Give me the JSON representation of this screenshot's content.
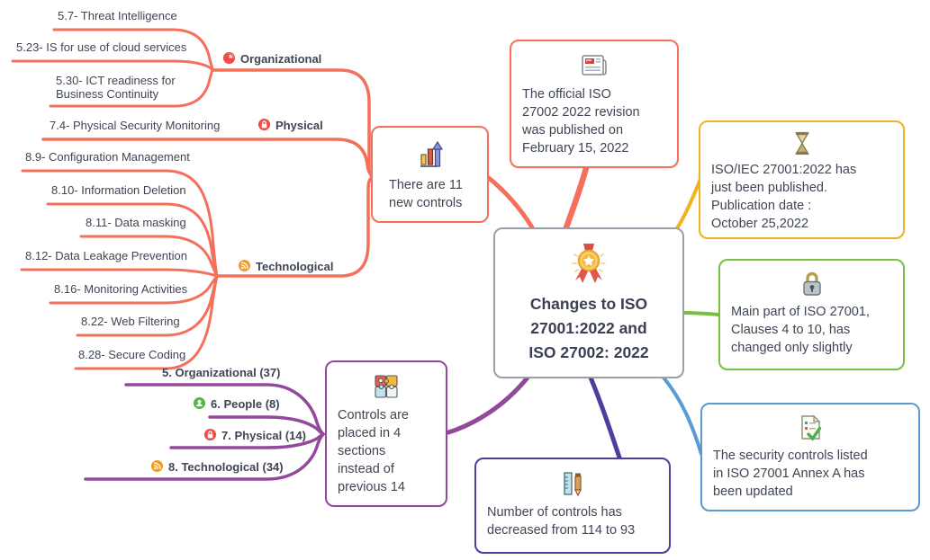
{
  "colors": {
    "salmon_branch": "#f4705b",
    "purple_branch": "#93499b",
    "yellow_branch": "#efb321",
    "green_branch": "#77c043",
    "blue_branch": "#5b9bd5",
    "indigo_branch": "#4c3f9f",
    "center_border": "#98a0ac",
    "text": "#3e4554"
  },
  "center_node": {
    "title": "Changes to ISO\n27001:2022 and\nISO 27002: 2022",
    "icon": "medal-icon"
  },
  "nodes": {
    "new_controls": {
      "text": "There are 11\nnew controls",
      "icon": "bar-chart-icon"
    },
    "revision_27002": {
      "text": "The official ISO\n27002 2022 revision\nwas published on\nFebruary 15, 2022",
      "icon": "newspaper-icon"
    },
    "published_27001": {
      "text": "ISO/IEC 27001:2022 has\njust been published.\nPublication date :\nOctober 25,2022",
      "icon": "hourglass-icon"
    },
    "main_part": {
      "text": "Main part of ISO 27001,\nClauses 4 to 10, has\nchanged only slightly",
      "icon": "padlock-icon"
    },
    "annex_a": {
      "text": "The security controls listed\nin ISO 27001 Annex A has\nbeen updated",
      "icon": "checklist-icon"
    },
    "controls_count": {
      "text": "Number of controls has\ndecreased from 114 to 93",
      "icon": "ruler-pencil-icon"
    },
    "four_sections": {
      "text": "Controls are\nplaced in 4\nsections\ninstead of\nprevious 14",
      "icon": "puzzle-icon"
    }
  },
  "new_controls_branch": {
    "groups": [
      {
        "label": "Organizational",
        "icon": "pie-chart-icon",
        "items": [
          "5.7- Threat Intelligence",
          "5.23- IS for use of cloud services",
          "5.30- ICT readiness for\nBusiness Continuity"
        ]
      },
      {
        "label": "Physical",
        "icon": "padlock-badge-icon",
        "items": [
          "7.4- Physical Security Monitoring"
        ]
      },
      {
        "label": "Technological",
        "icon": "rss-icon",
        "items": [
          "8.9- Configuration Management",
          "8.10- Information Deletion",
          "8.11- Data masking",
          "8.12- Data Leakage Prevention",
          "8.16- Monitoring Activities",
          "8.22- Web Filtering",
          "8.28- Secure Coding"
        ]
      }
    ]
  },
  "sections_branch": {
    "items": [
      {
        "label": "5. Organizational (37)",
        "icon": ""
      },
      {
        "label": "6. People (8)",
        "icon": "people-icon"
      },
      {
        "label": "7. Physical (14)",
        "icon": "padlock-badge-icon"
      },
      {
        "label": "8. Technological (34)",
        "icon": "rss-icon"
      }
    ]
  }
}
